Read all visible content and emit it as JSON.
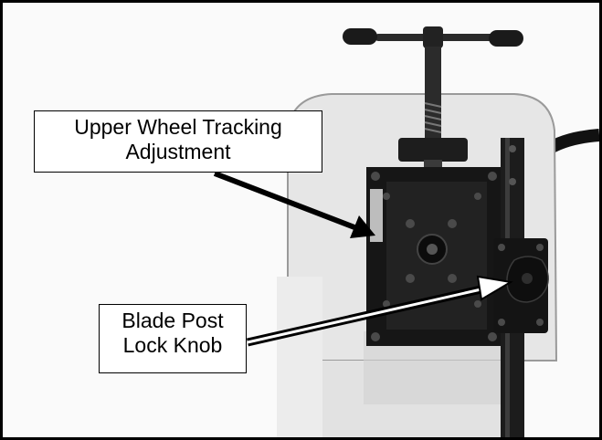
{
  "callouts": {
    "tracking": {
      "line1": "Upper Wheel Tracking",
      "line2": "Adjustment"
    },
    "lock_knob": {
      "line1": "Blade Post",
      "line2": "Lock Knob"
    }
  },
  "colors": {
    "border": "#000000",
    "housing": "#e4e4e4",
    "metal": "#1a1a1a"
  }
}
